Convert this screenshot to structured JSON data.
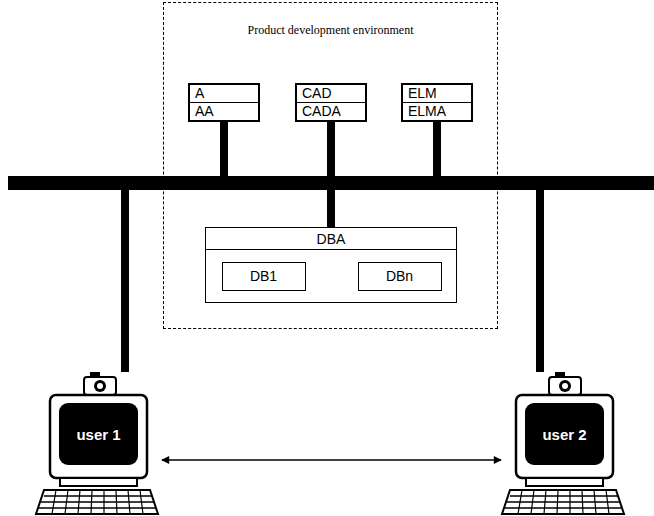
{
  "diagram": {
    "nodes": [
      {
        "text": [
          "Product development environment"
        ]
      },
      {
        "text": [
          "A",
          "AA"
        ],
        "in": 0
      },
      {
        "text": [
          "CAD",
          "CADA"
        ],
        "in": 0
      },
      {
        "text": [
          "ELM",
          "ELMA"
        ],
        "in": 0
      },
      {
        "text": [
          "DBA"
        ],
        "in": 0
      },
      {
        "text": [
          "DB1"
        ],
        "in": 4
      },
      {
        "text": [
          "DBn"
        ],
        "in": 4
      },
      {
        "text": [
          "user 1"
        ]
      },
      {
        "text": [
          "user 2"
        ]
      }
    ],
    "edges": [
      {
        "from": 7,
        "to": 8,
        "arrow": "both"
      }
    ]
  }
}
